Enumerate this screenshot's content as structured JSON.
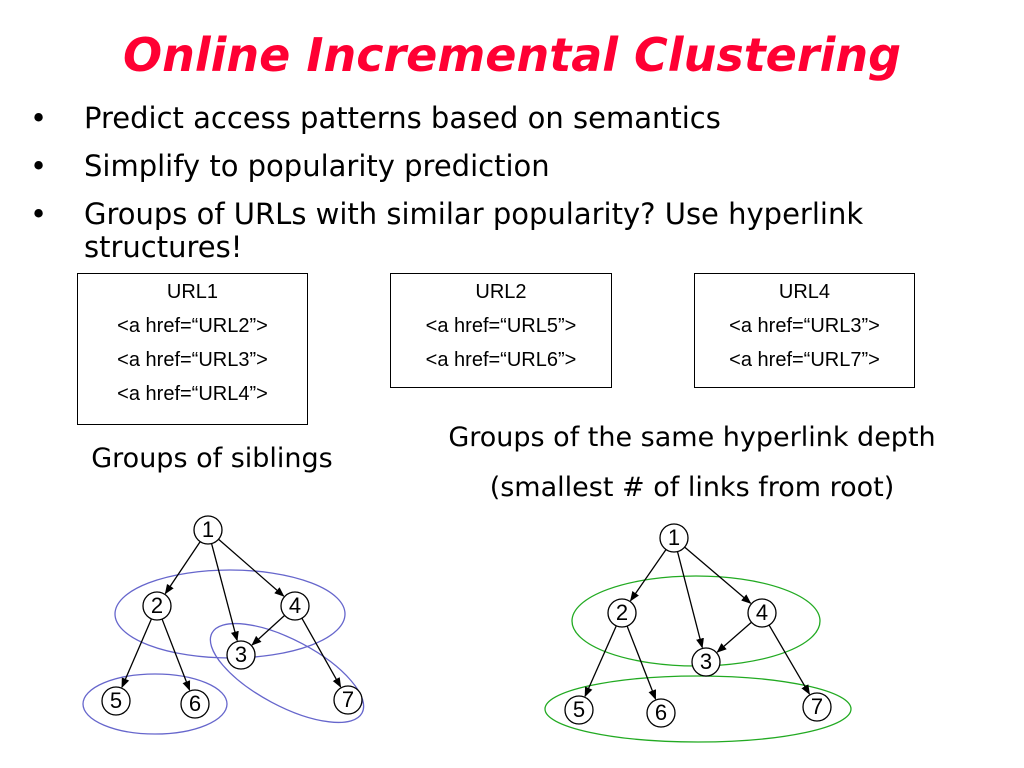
{
  "title": "Online Incremental Clustering",
  "bullets": [
    "Predict access patterns based on semantics",
    "Simplify to popularity prediction",
    "Groups of URLs with similar popularity?  Use hyperlink structures!"
  ],
  "bullet_marker": "•",
  "url_boxes": [
    {
      "name": "URL1",
      "links": [
        "<a href=“URL2”>",
        "<a href=“URL3”>",
        "<a href=“URL4”>"
      ]
    },
    {
      "name": "URL2",
      "links": [
        "<a href=“URL5”>",
        "<a href=“URL6”>"
      ]
    },
    {
      "name": "URL4",
      "links": [
        "<a href=“URL3”>",
        "<a href=“URL7”>"
      ]
    }
  ],
  "captions": {
    "siblings": "Groups of siblings",
    "depth_line1": "Groups of the same hyperlink depth",
    "depth_line2": "(smallest # of links from root)"
  },
  "graph": {
    "nodes": [
      "1",
      "2",
      "3",
      "4",
      "5",
      "6",
      "7"
    ],
    "edges": [
      [
        "1",
        "2"
      ],
      [
        "1",
        "3"
      ],
      [
        "1",
        "4"
      ],
      [
        "2",
        "5"
      ],
      [
        "2",
        "6"
      ],
      [
        "4",
        "3"
      ],
      [
        "4",
        "7"
      ]
    ]
  },
  "group_colors": {
    "siblings": "#6666cc",
    "depth": "#22aa22"
  }
}
